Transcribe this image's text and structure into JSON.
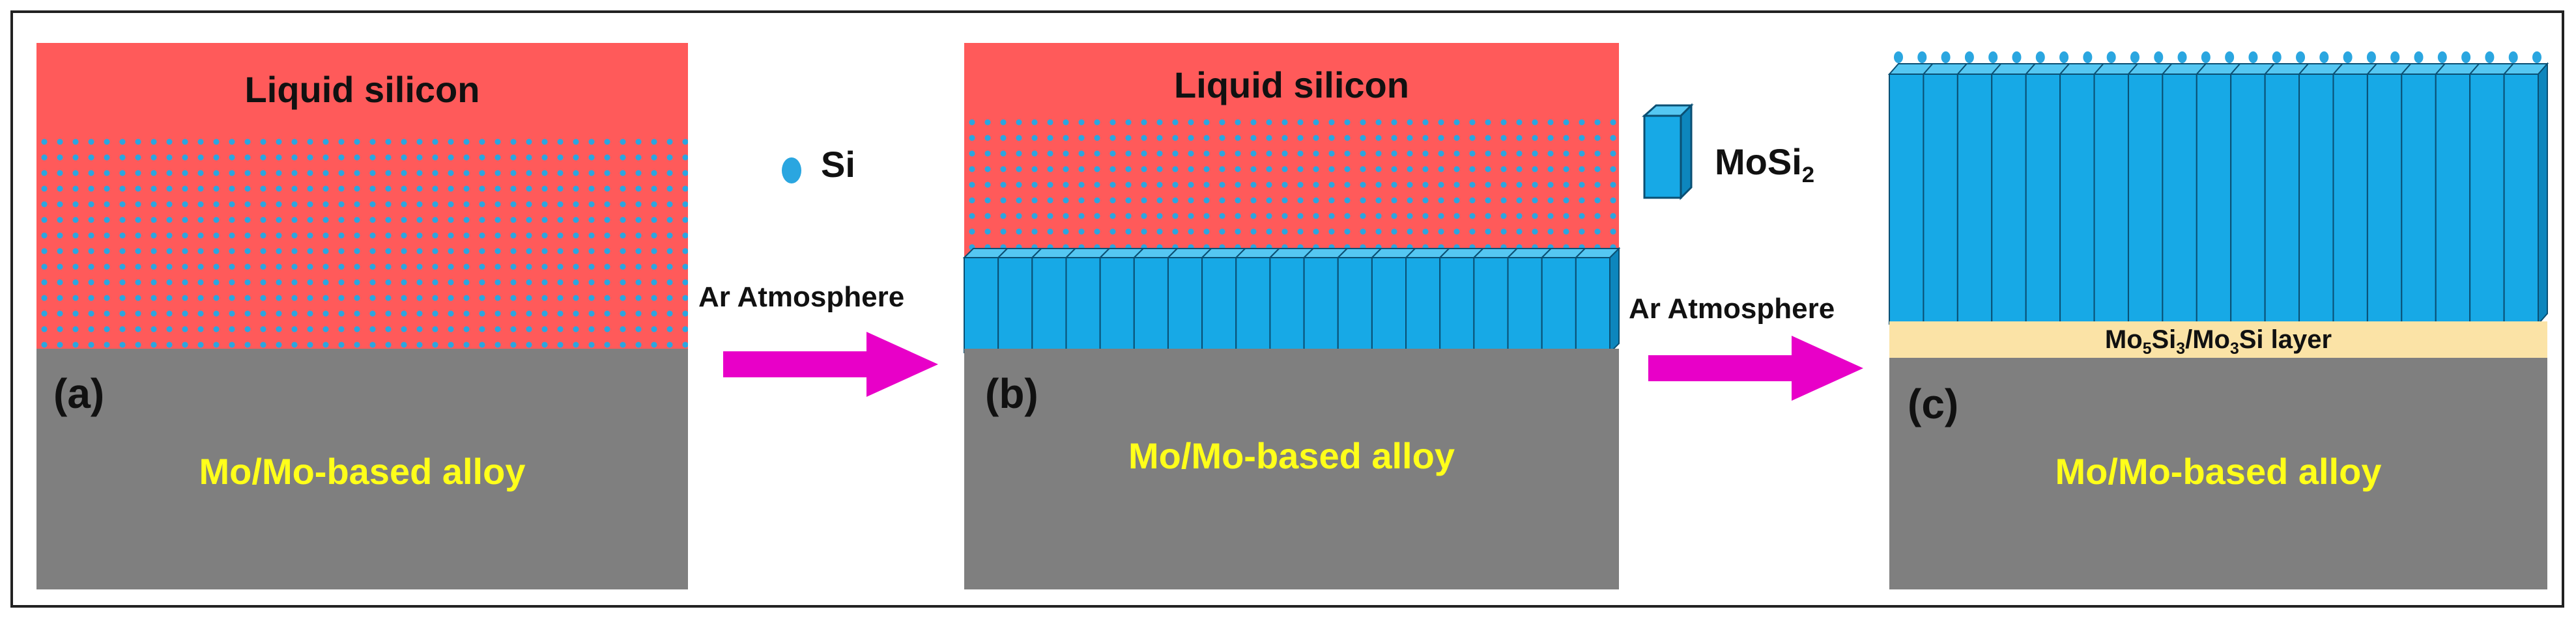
{
  "panels": {
    "a": {
      "top_label": "Liquid silicon",
      "tag": "(a)",
      "substrate_label": "Mo/Mo-based alloy"
    },
    "b": {
      "top_label": "Liquid silicon",
      "tag": "(b)",
      "substrate_label": "Mo/Mo-based alloy"
    },
    "c": {
      "tag": "(c)",
      "layer_label": "Mo5Si3/Mo3Si layer",
      "substrate_label": "Mo/Mo-based alloy"
    }
  },
  "legend": {
    "si": "Si",
    "mosi2": "MoSi2"
  },
  "arrows": {
    "first": "Ar Atmosphere",
    "second": "Ar Atmosphere"
  },
  "colors": {
    "liquid_silicon": "#ff5a5a",
    "si_dot": "#2aa6e0",
    "mosi2": "#17a9e6",
    "substrate": "#7f7f7f",
    "layer": "#fbe3a6",
    "arrow": "#e800c8",
    "substrate_text": "#ffff1a"
  }
}
